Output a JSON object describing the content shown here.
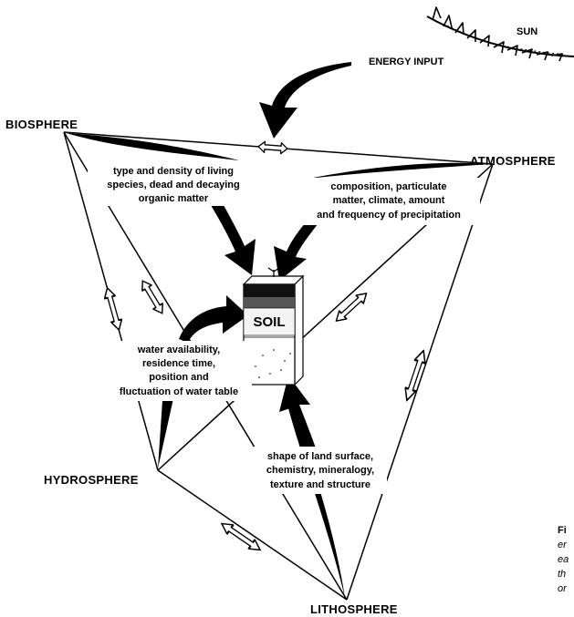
{
  "sun": {
    "label": "SUN"
  },
  "energy": {
    "label": "ENERGY INPUT"
  },
  "spheres": {
    "biosphere": "BIOSPHERE",
    "atmosphere": "ATMOSPHERE",
    "hydrosphere": "HYDROSPHERE",
    "lithosphere": "LITHOSPHERE"
  },
  "soil": {
    "label": "SOIL"
  },
  "factors": {
    "biosphere": [
      "type and density of living",
      "species, dead and decaying",
      "organic matter"
    ],
    "atmosphere": [
      "composition, particulate",
      "matter, climate, amount",
      "and frequency of precipitation"
    ],
    "hydrosphere": [
      "water availability,",
      "residence time,",
      "position and",
      "fluctuation of water table"
    ],
    "lithosphere": [
      "shape of land surface,",
      "chemistry, mineralogy,",
      "texture and structure"
    ]
  },
  "caption": {
    "bold": "Fi",
    "lines": [
      "er",
      "ea",
      "th",
      "or"
    ]
  }
}
